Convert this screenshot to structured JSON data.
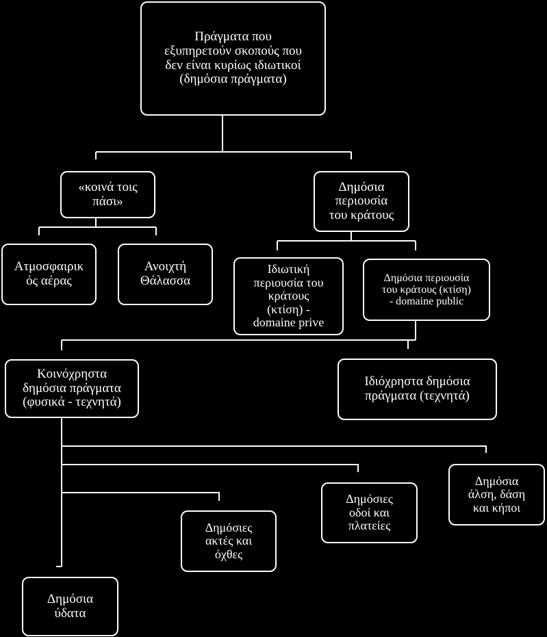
{
  "diagram": {
    "colors": {
      "background": "#000000",
      "box_border": "#ffffff",
      "text": "#ffffff",
      "connector": "#ffffff"
    },
    "nodes": {
      "root": "Πράγματα που\nεξυπηρετούν σκοπούς που\nδεν είναι κυρίως ιδιωτικοί\n(δημόσια πράγματα)",
      "common_to_all": "«κοινά τοις\nπάσι»",
      "state_public_property": "Δημόσια\nπεριουσία\nτου κράτους",
      "atmospheric_air": "Ατμοσφαιρικ\nός αέρας",
      "open_sea": "Ανοιχτή\nΘάλασσα",
      "state_private_property": "Ιδιωτική\nπεριουσία του\nκράτους\n(κτίση) -\ndomaine prive",
      "state_public_domain": "Δημόσια περιουσία\nτου κράτους (κτίση)\n- domaine public",
      "common_use_things": "Κοινόχρηστα\nδημόσια πράγματα\n(φυσικά - τεχνητά)",
      "private_use_things": "Ιδιόχρηστα δημόσια\nπράγματα (τεχνητά)",
      "public_groves": "Δημόσια\nάλση, δάση\nκαι κήποι",
      "public_roads": "Δημόσιες\nοδοί και\nπλατείες",
      "public_shores": "Δημόσιες\nακτές και\nόχθες",
      "public_waters": "Δημόσια\nύδατα"
    }
  }
}
